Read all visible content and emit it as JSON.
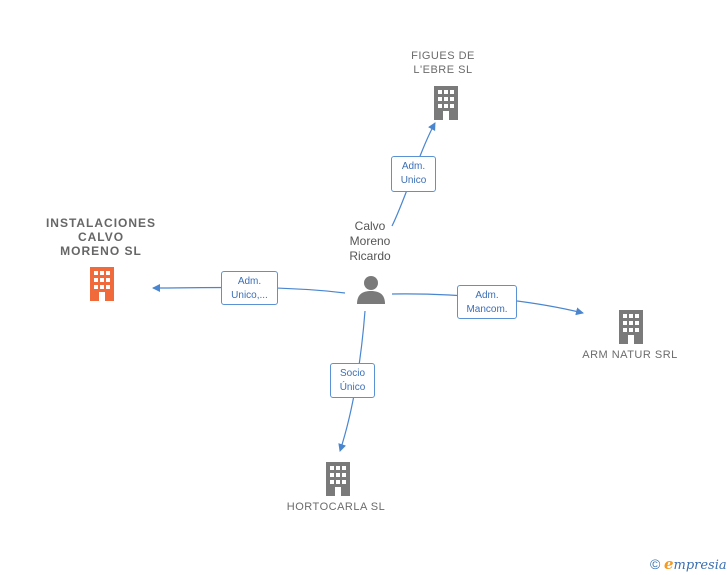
{
  "colors": {
    "edge": "#4a86d0",
    "edge_label_border": "#5b92d4",
    "building_default": "#7a7a7a",
    "building_highlight": "#f06a3c",
    "person": "#7a7a7a"
  },
  "center": {
    "label": "Calvo\nMoreno\nRicardo",
    "icon": "person-icon"
  },
  "companies": [
    {
      "id": "figues",
      "label": "FIGUES DE\nL'EBRE  SL",
      "icon": "building-icon",
      "highlight": false
    },
    {
      "id": "instalaciones",
      "label": "INSTALACIONES\nCALVO\nMORENO  SL",
      "icon": "building-icon",
      "highlight": true
    },
    {
      "id": "arm",
      "label": "ARM NATUR SRL",
      "icon": "building-icon",
      "highlight": false
    },
    {
      "id": "hortocarla",
      "label": "HORTOCARLA SL",
      "icon": "building-icon",
      "highlight": false
    }
  ],
  "edges": [
    {
      "to": "figues",
      "label": "Adm.\nUnico"
    },
    {
      "to": "instalaciones",
      "label": "Adm.\nUnico,..."
    },
    {
      "to": "arm",
      "label": "Adm.\nMancom."
    },
    {
      "to": "hortocarla",
      "label": "Socio\nÚnico"
    }
  ],
  "footer": {
    "copyright": "©",
    "brand_initial": "e",
    "brand_rest": "mpresia"
  }
}
